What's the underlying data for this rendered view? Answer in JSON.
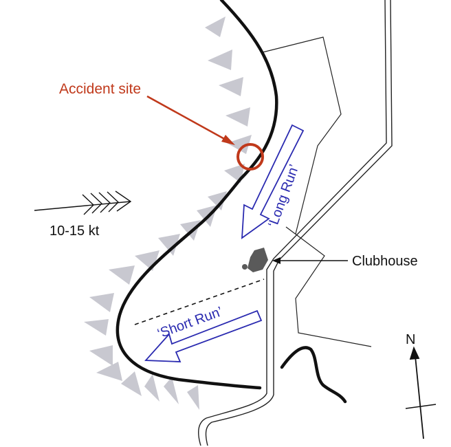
{
  "labels": {
    "accident_site": "Accident site",
    "wind_speed": "10-15 kt",
    "long_run": "‘Long Run’",
    "short_run": "‘Short Run’",
    "clubhouse": "Clubhouse",
    "north": "N"
  },
  "colors": {
    "accident": "#c0391b",
    "runs": "#2a2ab0",
    "ridge": "#111111",
    "slope_ticks": "#c8c8d0",
    "road": "#222222",
    "clubhouse_building": "#555555"
  },
  "icons": {
    "wind_arrow": "wind-direction-arrow-icon",
    "north_arrow": "north-arrow-icon",
    "accident_marker": "accident-circle-icon"
  }
}
